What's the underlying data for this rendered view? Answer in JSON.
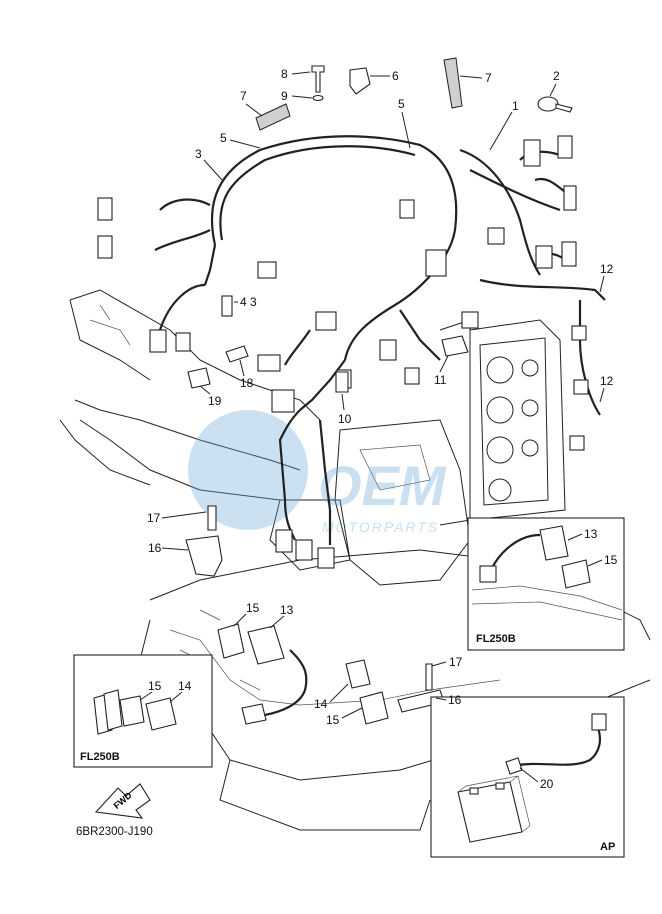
{
  "diagram": {
    "part_code": "6BR2300-J190",
    "fwd_label": "FWD",
    "watermark_text": "OEM",
    "watermark_subtext": "MOTORPARTS",
    "callouts": [
      "1",
      "2",
      "3",
      "3",
      "4",
      "5",
      "5",
      "6",
      "7",
      "7",
      "8",
      "9",
      "10",
      "11",
      "12",
      "12",
      "13",
      "13",
      "14",
      "14",
      "15",
      "15",
      "15",
      "16",
      "16",
      "17",
      "17",
      "18",
      "19",
      "20"
    ],
    "inset_boxes": [
      {
        "label": "FL250B",
        "callouts": [
          "13",
          "15"
        ]
      },
      {
        "label": "FL250B",
        "callouts": [
          "15",
          "14"
        ]
      },
      {
        "label": "AP",
        "callouts": [
          "20"
        ]
      }
    ]
  },
  "labels": {
    "c1": "1",
    "c2": "2",
    "c3a": "3",
    "c3b": "3",
    "c4": "4",
    "c5a": "5",
    "c5b": "5",
    "c6": "6",
    "c7a": "7",
    "c7b": "7",
    "c8": "8",
    "c9": "9",
    "c10": "10",
    "c11": "11",
    "c12a": "12",
    "c12b": "12",
    "c13a": "13",
    "c13b": "13",
    "c14a": "14",
    "c14b": "14",
    "c15a": "15",
    "c15b": "15",
    "c15c": "15",
    "c16a": "16",
    "c16b": "16",
    "c17a": "17",
    "c17b": "17",
    "c18": "18",
    "c19": "19",
    "c20": "20",
    "box_fl250b_right": "FL250B",
    "box_fl250b_left": "FL250B",
    "box_ap": "AP"
  },
  "colors": {
    "line": "#222222",
    "watermark": "#6aa9d8",
    "background": "#ffffff"
  }
}
